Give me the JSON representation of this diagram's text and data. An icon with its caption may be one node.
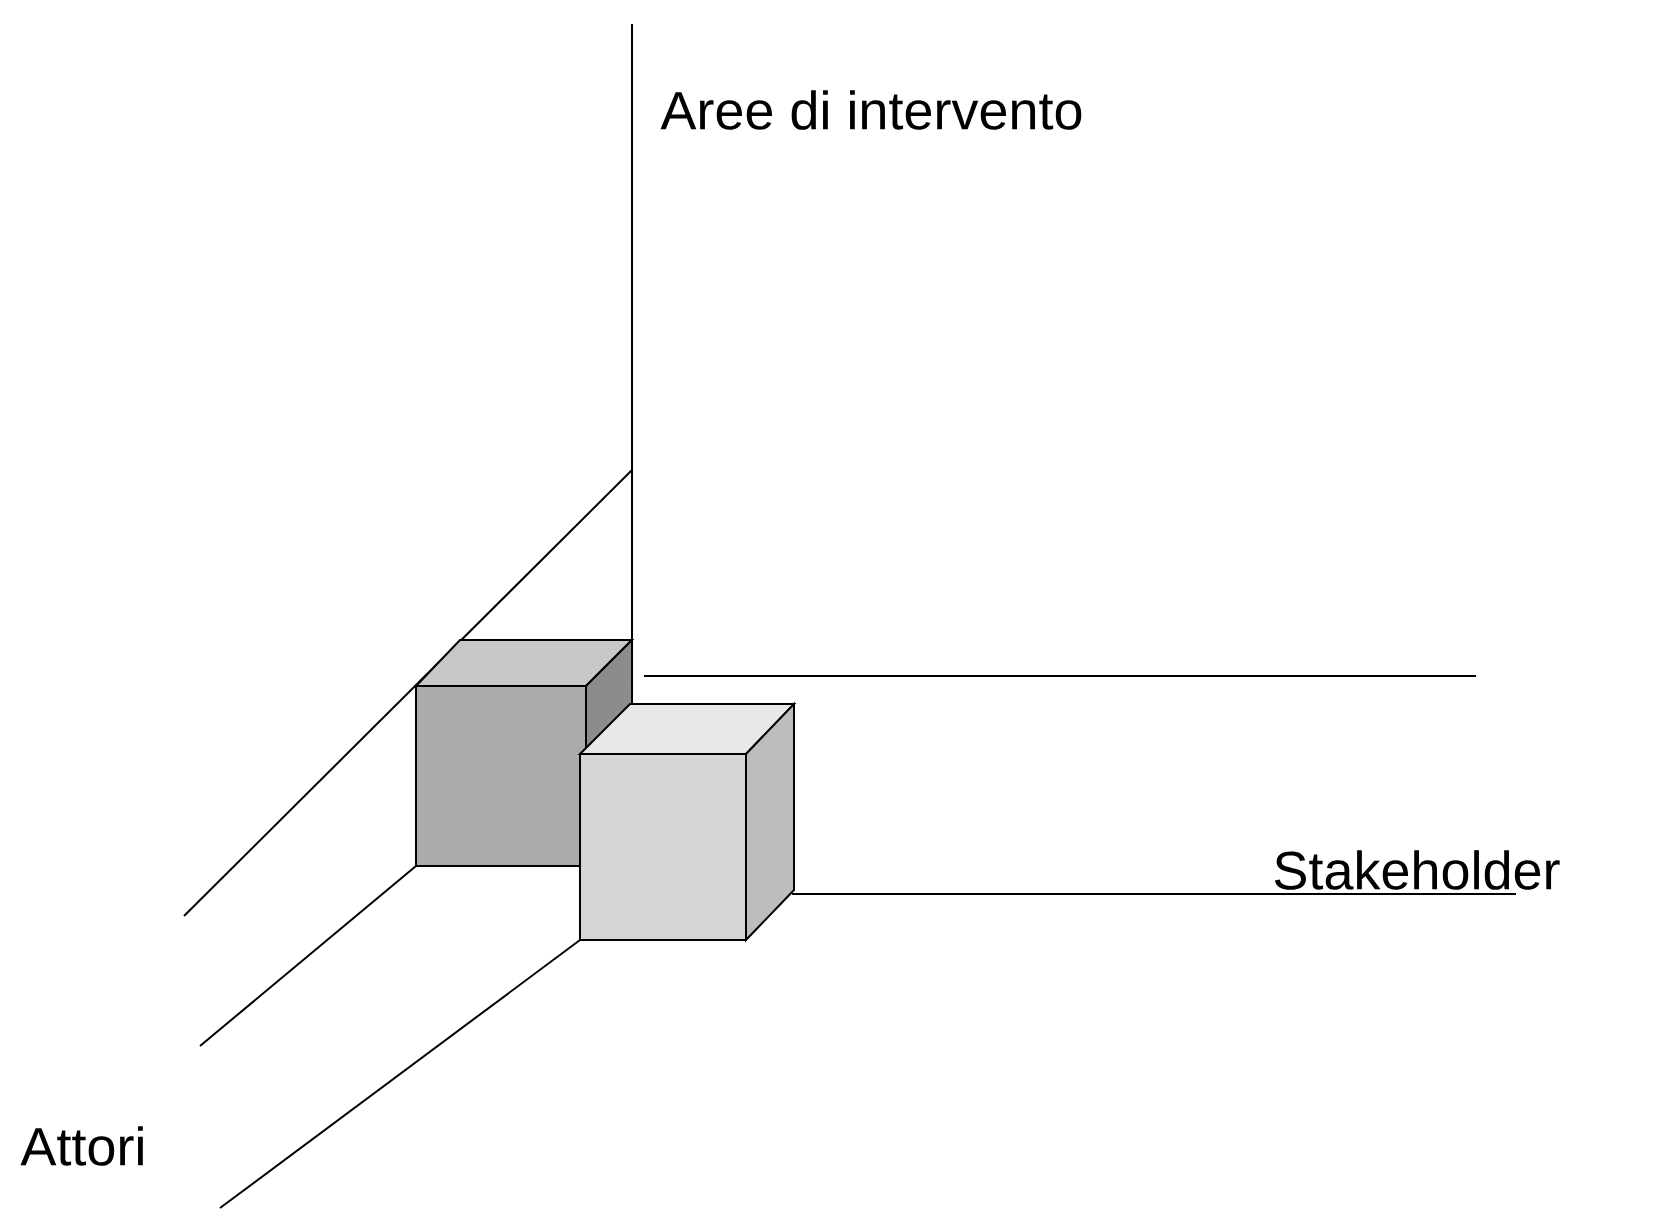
{
  "diagram": {
    "labels": [
      "Aree di intervento",
      "Stakeholder",
      "Attori"
    ]
  }
}
